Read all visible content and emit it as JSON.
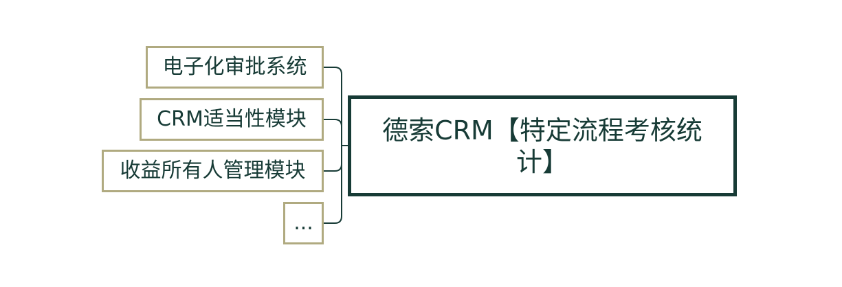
{
  "central_topic": {
    "label": "德索CRM【特定流程考核统计】"
  },
  "branches": [
    {
      "label": "电子化审批系统"
    },
    {
      "label": "CRM适当性模块"
    },
    {
      "label": "收益所有人管理模块"
    },
    {
      "label": "..."
    }
  ],
  "colors": {
    "branch_border": "#b0aa80",
    "central_border": "#173b36",
    "text": "#173b36",
    "connector": "#173b36"
  }
}
